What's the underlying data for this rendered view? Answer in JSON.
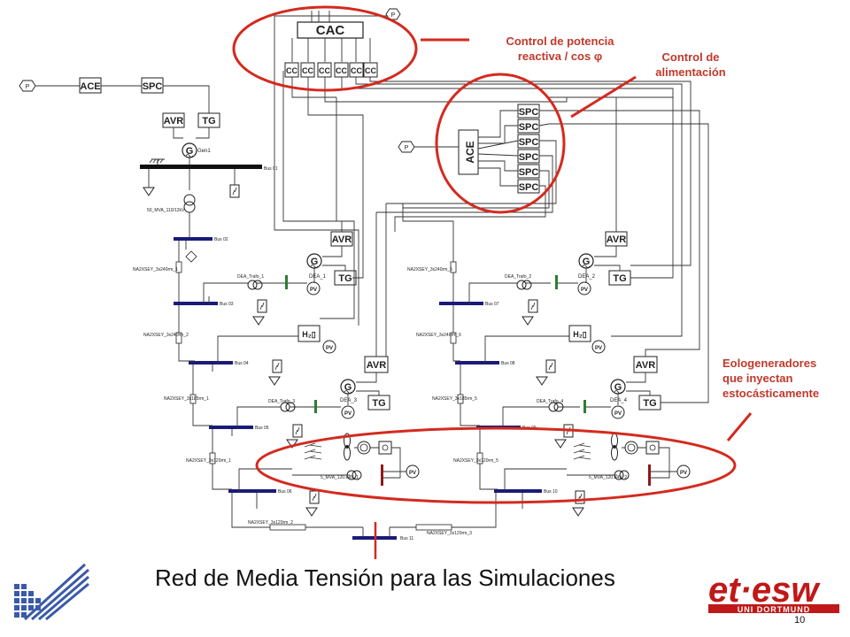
{
  "slide": {
    "title": "Red de Media Tensión para las Simulaciones",
    "page_number": "10"
  },
  "callouts": {
    "reactive": [
      "Control de potencia",
      "reactiva / cos φ"
    ],
    "feed": [
      "Control de",
      "alimentación"
    ],
    "wind": [
      "Eologeneradores",
      "que inyectan",
      "estocásticamente"
    ]
  },
  "diagram": {
    "cac_label": "CAC",
    "cc_label": "CC",
    "ace_label": "ACE",
    "spc_label": "SPC",
    "avr_label": "AVR",
    "tg_label": "TG",
    "pv_label": "PV",
    "p_label": "P",
    "gen_label": "Gen1",
    "dea": [
      "DEA_1",
      "DEA_2",
      "DEA_3",
      "DEA_4"
    ],
    "buses": [
      "Bus 01",
      "Bus 02",
      "Bus 03",
      "Bus 04",
      "Bus 05",
      "Bus 06",
      "Bus 07",
      "Bus 08",
      "Bus 09",
      "Bus 10",
      "Bus 11"
    ],
    "grid_label": "50_MVA_110/12kV",
    "cable_labels_left": [
      "NA2XSEY_3x240rm_1",
      "NA2XSEY_3x240rm_2",
      "NA2XSEY_3x185rm_1",
      "NA2XSEY_3x120rm_1"
    ],
    "cable_labels_right": [
      "NA2XSEY_3x240rm_5",
      "NA2XSEY_3x240rm_6",
      "NA2XSEY_3x185rm_5",
      "NA2XSEY_3x120rm_5"
    ],
    "tie_labels": [
      "NA2XSEY_3x120rm_2",
      "NA2XSEY_3x120rm_3"
    ],
    "trafo_labels": [
      "DEA_Trafo_1",
      "DEA_Trafo_2",
      "DEA_Trafo_3",
      "DEA_Trafo_4"
    ],
    "wind_labels": [
      "5_MVA_120.e4V_1",
      "5_MVA_120.e4V_2"
    ]
  },
  "colors": {
    "callout": "#d42a1f",
    "bus": "#1c1a78",
    "pv_bar": "#2e7d32",
    "wind_bar": "#8b1a1a",
    "line": "#333333"
  },
  "logos": {
    "etesw_top": "et·esw",
    "etesw_bottom": "UNI DORTMUND"
  }
}
